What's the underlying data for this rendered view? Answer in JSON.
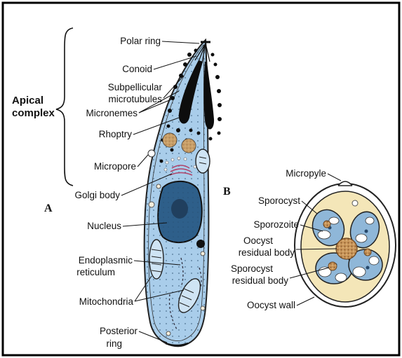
{
  "panels": {
    "a": "A",
    "b": "B"
  },
  "bracket_label": {
    "line1": "Apical",
    "line2": "complex"
  },
  "labels_a": {
    "polar_ring": "Polar ring",
    "conoid": "Conoid",
    "subpellicular_1": "Subpellicular",
    "subpellicular_2": "microtubules",
    "micronemes": "Micronemes",
    "rhoptry": "Rhoptry",
    "micropore": "Micropore",
    "golgi": "Golgi body",
    "nucleus": "Nucleus",
    "er_1": "Endoplasmic",
    "er_2": "reticulum",
    "mitochondria": "Mitochondria",
    "posterior_1": "Posterior",
    "posterior_2": "ring"
  },
  "labels_b": {
    "micropyle": "Micropyle",
    "sporocyst": "Sporocyst",
    "sporozoite": "Sporozoite",
    "oocyst_residual_1": "Oocyst",
    "oocyst_residual_2": "residual body",
    "sporocyst_residual_1": "Sporocyst",
    "sporocyst_residual_2": "residual body",
    "oocyst_wall": "Oocyst wall"
  },
  "colors": {
    "cytoplasm": "#a9cdea",
    "membrane": "#2b2b2b",
    "nucleus": "#2e5f8a",
    "oocyst_fill": "#f4e6b8",
    "residual_body": "#c9965a",
    "frame": "#000000"
  }
}
